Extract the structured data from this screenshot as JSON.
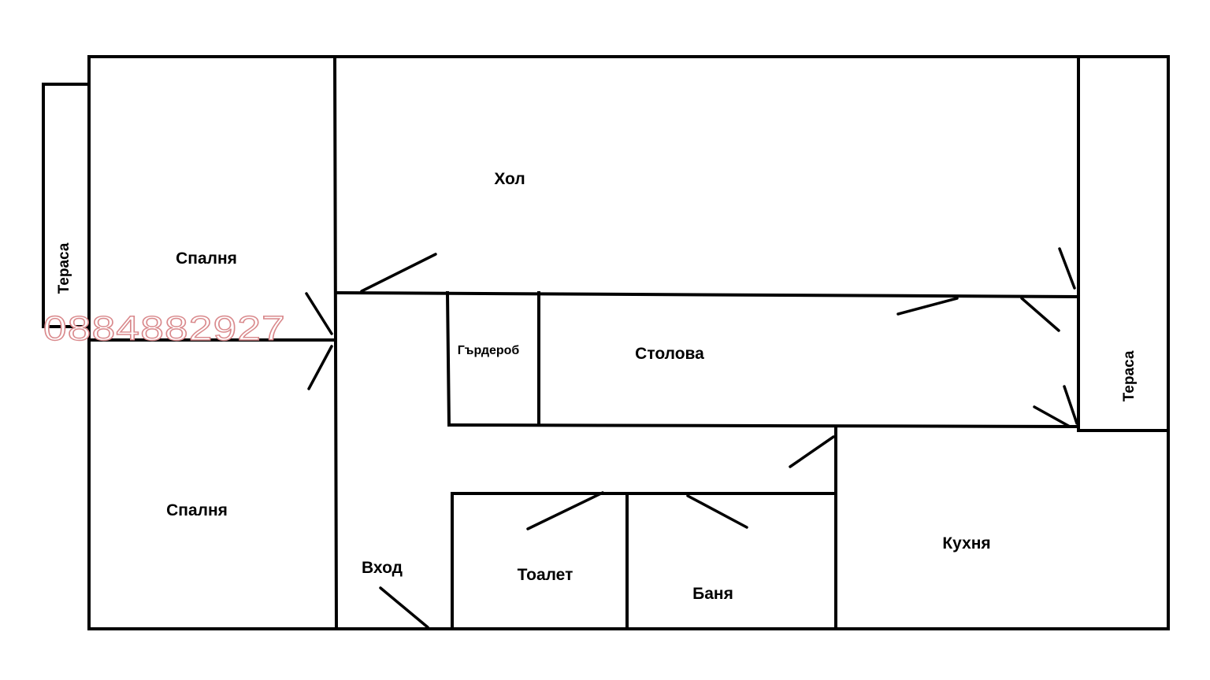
{
  "rooms": {
    "terrace_left": "Тераса",
    "bedroom_top": "Спалня",
    "bedroom_bottom": "Спалня",
    "living": "Хол",
    "wardrobe": "Гърдероб",
    "dining": "Столова",
    "terrace_right": "Тераса",
    "entrance": "Вход",
    "toilet": "Тоалет",
    "bathroom": "Баня",
    "kitchen": "Кухня"
  },
  "watermark": "0884882927",
  "colors": {
    "walls": "#000000",
    "watermark": "#d9898c",
    "background": "#ffffff"
  }
}
